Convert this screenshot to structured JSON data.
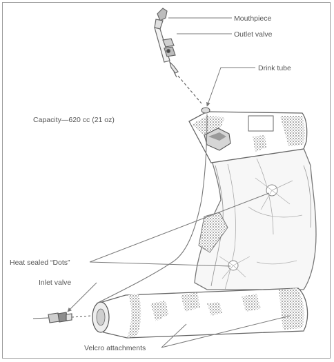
{
  "labels": {
    "mouthpiece": "Mouthpiece",
    "outlet_valve": "Outlet valve",
    "drink_tube": "Drink tube",
    "capacity": "Capacity—620 cc (21 oz)",
    "heat_sealed_dots": "Heat sealed “Dots”",
    "inlet_valve": "Inlet valve",
    "velcro_attachments": "Velcro attachments"
  },
  "colors": {
    "line": "#777777",
    "text": "#555555",
    "shade": "#8a8a8a"
  }
}
